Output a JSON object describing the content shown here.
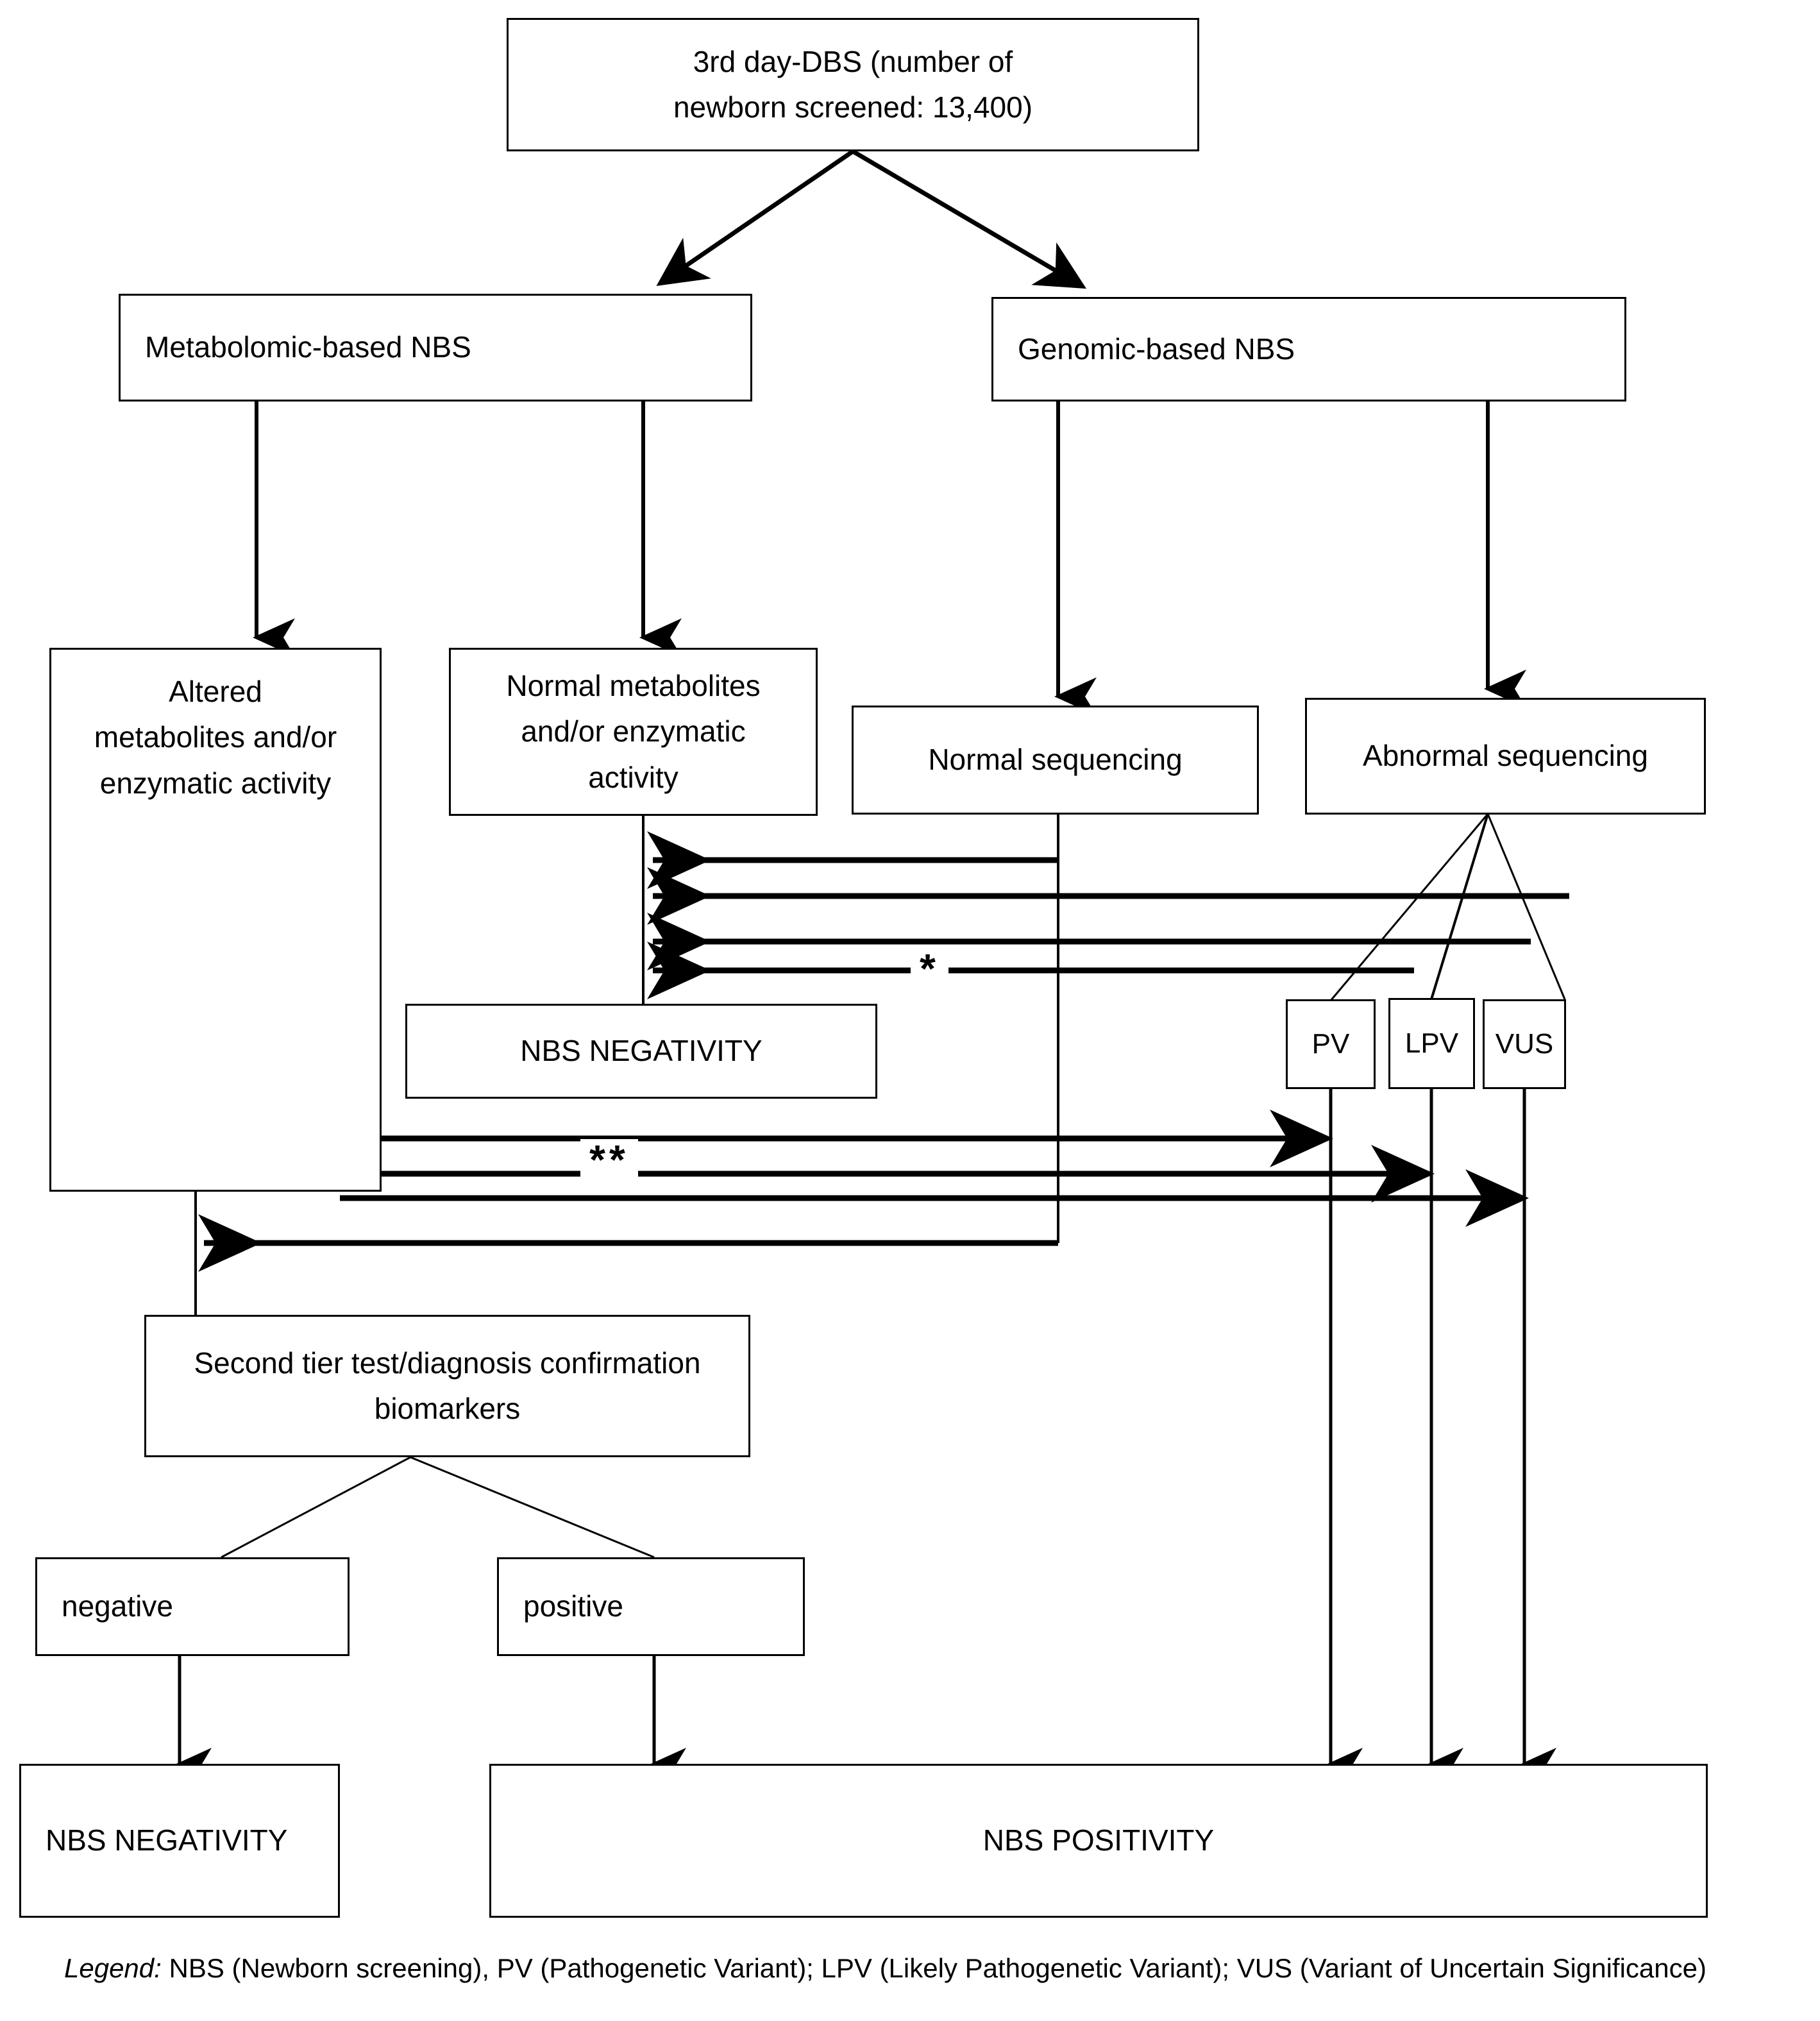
{
  "diagram": {
    "title_box": "3rd day-DBS (number of newborn screened: 13,400)",
    "nodes": {
      "root": "3rd day-DBS (number of\nnewborn screened: 13,400)",
      "metabolomic_nbs": "Metabolomic-based NBS",
      "genomic_nbs": "Genomic-based NBS",
      "altered_metabolites": "Altered\nmetabolites and/or\nenzymatic activity",
      "normal_metabolites": "Normal metabolites\nand/or enzymatic\nactivity",
      "normal_sequencing": "Normal sequencing",
      "abnormal_sequencing": "Abnormal sequencing",
      "nbs_negativity_mid": "NBS NEGATIVITY",
      "pv": "PV",
      "lpv": "LPV",
      "vus": "VUS",
      "second_tier": "Second tier test/diagnosis confirmation\nbiomarkers",
      "negative": "negative",
      "positive": "positive",
      "nbs_negativity_bottom": "NBS NEGATIVITY",
      "nbs_positivity": "NBS POSITIVITY"
    },
    "markers": {
      "single_asterisk": "*",
      "double_asterisk": "**"
    },
    "legend": {
      "lead": "Legend:",
      "text": " NBS (Newborn screening), PV (Pathogenetic Variant); LPV (Likely Pathogenetic Variant); VUS (Variant of Uncertain Significance)"
    },
    "colors": {
      "stroke": "#000000",
      "fill": "#ffffff",
      "text": "#000000"
    }
  }
}
